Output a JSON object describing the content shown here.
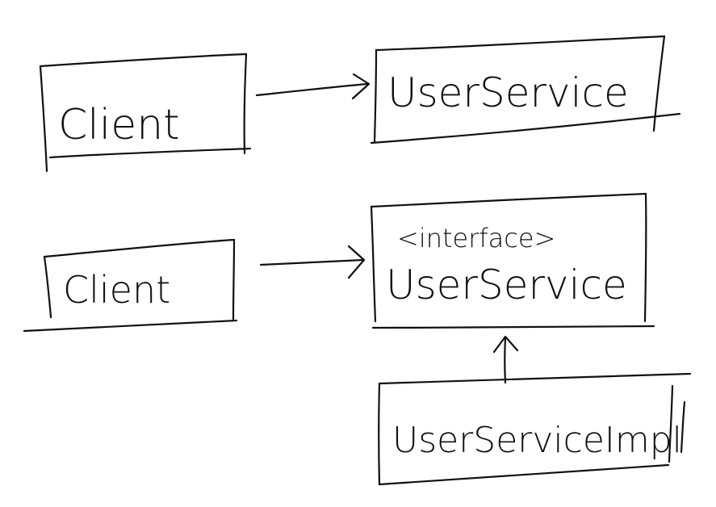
{
  "diagram": {
    "top": {
      "client_label": "Client",
      "service_label": "UserService"
    },
    "bottom": {
      "client_label": "Client",
      "interface_stereotype": "<interface>",
      "interface_label": "UserService",
      "impl_label": "UserServiceImpl"
    }
  },
  "colors": {
    "ink": "#111111",
    "background": "#ffffff"
  }
}
